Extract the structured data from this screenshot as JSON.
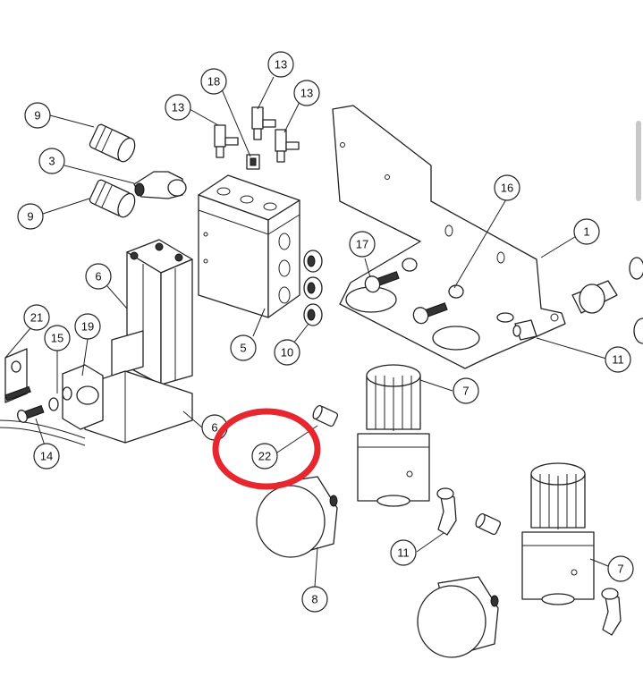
{
  "callouts": [
    {
      "label": "9"
    },
    {
      "label": "3"
    },
    {
      "label": "9"
    },
    {
      "label": "13"
    },
    {
      "label": "18"
    },
    {
      "label": "13"
    },
    {
      "label": "13"
    },
    {
      "label": "16"
    },
    {
      "label": "1"
    },
    {
      "label": "17"
    },
    {
      "label": "6"
    },
    {
      "label": "21"
    },
    {
      "label": "19"
    },
    {
      "label": "15"
    },
    {
      "label": "5"
    },
    {
      "label": "10"
    },
    {
      "label": "11"
    },
    {
      "label": "7"
    },
    {
      "label": "6"
    },
    {
      "label": "22"
    },
    {
      "label": "14"
    },
    {
      "label": "11"
    },
    {
      "label": "7"
    },
    {
      "label": "8"
    }
  ],
  "highlight": {
    "target": "22",
    "color": "#e8262d"
  },
  "colors": {
    "line": "#222222",
    "background": "#ffffff"
  }
}
